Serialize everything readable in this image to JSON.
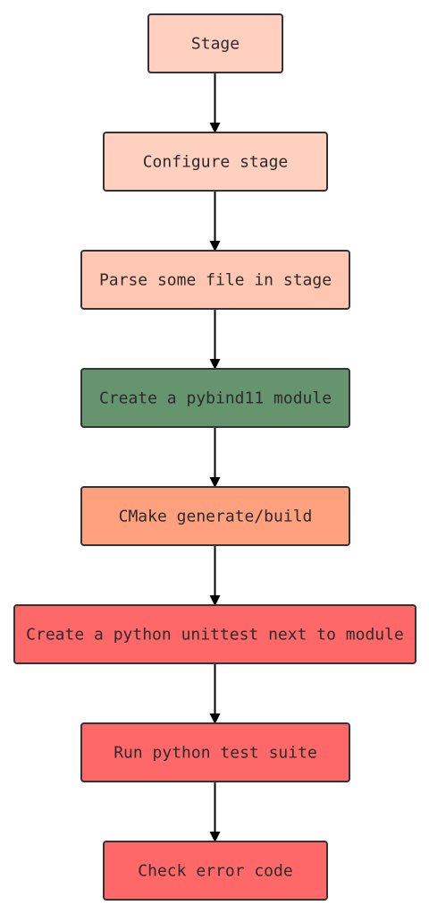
{
  "diagram": {
    "type": "flowchart",
    "direction": "top-to-bottom",
    "nodes": [
      {
        "id": "stage",
        "label": "Stage",
        "color": "#FFD0C0"
      },
      {
        "id": "configure",
        "label": "Configure stage",
        "color": "#FFD0C0"
      },
      {
        "id": "parse",
        "label": "Parse some file in stage",
        "color": "#FFC7B1"
      },
      {
        "id": "pybind",
        "label": "Create a pybind11 module",
        "color": "#66946E"
      },
      {
        "id": "cmake",
        "label": "CMake generate/build",
        "color": "#FFA07E"
      },
      {
        "id": "unittest",
        "label": "Create a python unittest next to module",
        "color": "#FF6868"
      },
      {
        "id": "run",
        "label": "Run python test suite",
        "color": "#FF6868"
      },
      {
        "id": "check",
        "label": "Check error code",
        "color": "#FF6868"
      }
    ],
    "edges": [
      {
        "from": "stage",
        "to": "configure"
      },
      {
        "from": "configure",
        "to": "parse"
      },
      {
        "from": "parse",
        "to": "pybind"
      },
      {
        "from": "pybind",
        "to": "cmake"
      },
      {
        "from": "cmake",
        "to": "unittest"
      },
      {
        "from": "unittest",
        "to": "run"
      },
      {
        "from": "run",
        "to": "check"
      }
    ],
    "colors": {
      "border": "#333333",
      "edge": "#000000",
      "text": "#2b2b2b"
    }
  }
}
